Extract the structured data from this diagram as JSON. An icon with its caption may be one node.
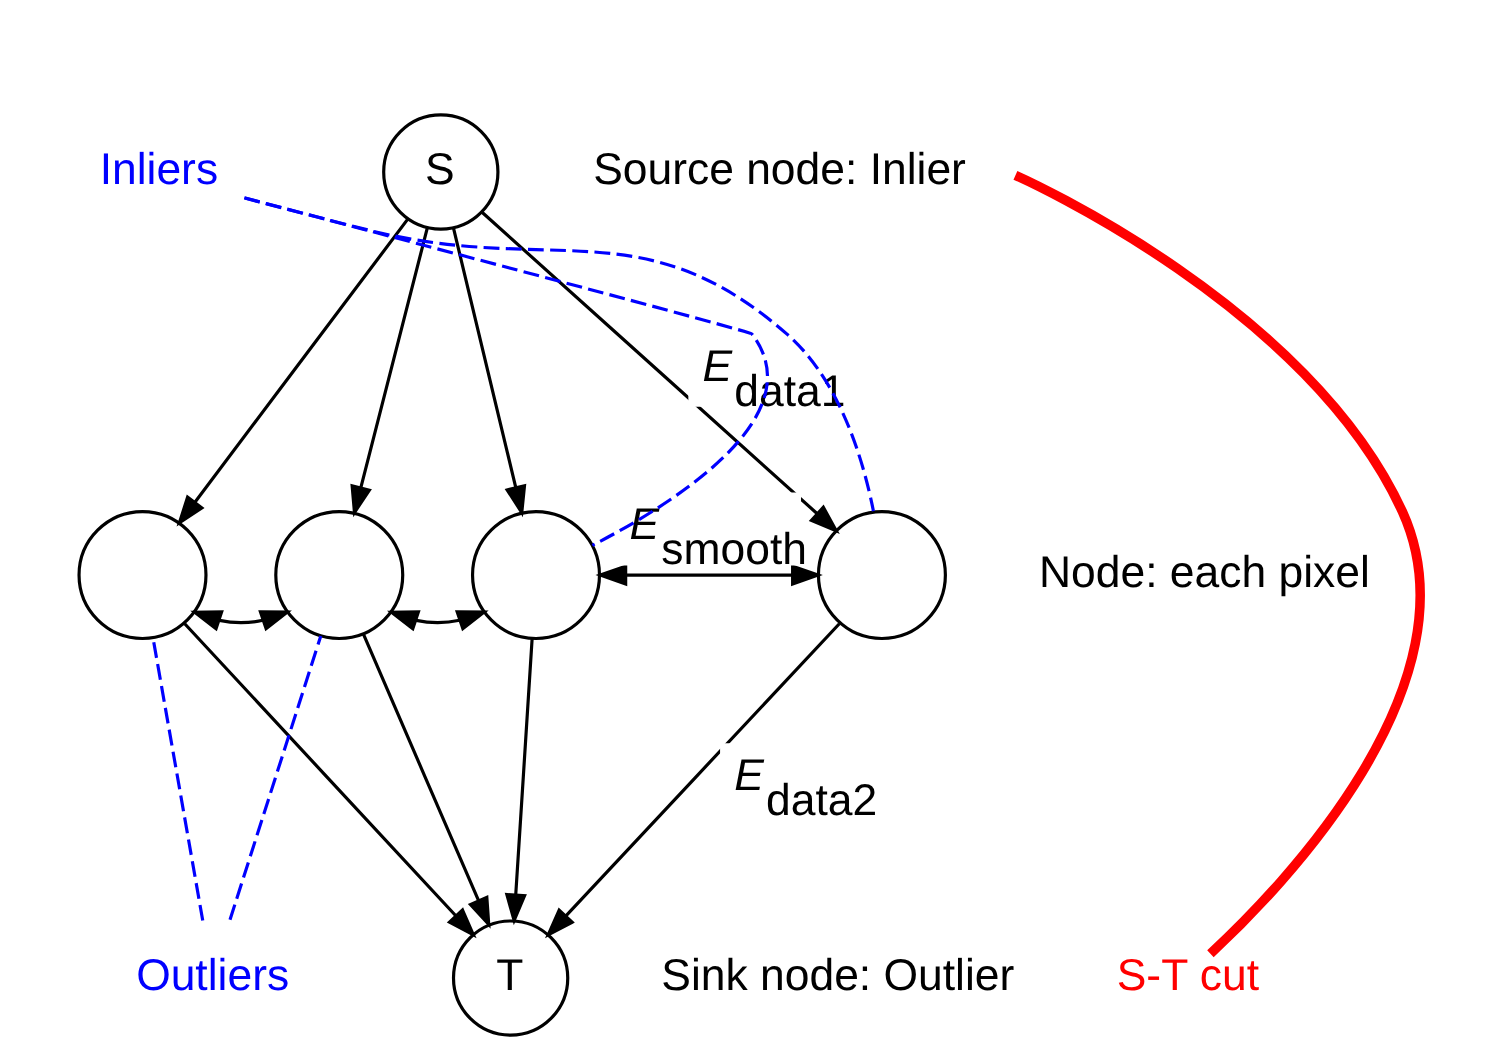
{
  "diagram": {
    "nodes": [
      {
        "text": [
          "S"
        ],
        "beside": [
          "Source node: Inlier"
        ]
      },
      {
        "text": [],
        "shape": "circle"
      },
      {
        "text": [],
        "shape": "circle"
      },
      {
        "text": [],
        "shape": "circle"
      },
      {
        "text": [],
        "shape": "circle",
        "beside": [
          "Node: each pixel"
        ]
      },
      {
        "text": [
          "T"
        ],
        "beside": [
          "Sink node: Outlier"
        ]
      },
      {
        "text": [
          "Inliers"
        ]
      },
      {
        "text": [
          "Outliers"
        ]
      },
      {
        "text": [
          "S-T cut"
        ]
      }
    ],
    "edges": [
      {
        "from": 0,
        "to": 1,
        "arrow": "to"
      },
      {
        "from": 0,
        "to": 2,
        "arrow": "to"
      },
      {
        "from": 0,
        "to": 3,
        "arrow": "to"
      },
      {
        "from": 0,
        "to": 4,
        "arrow": "to",
        "label": "E$_{data1}$"
      },
      {
        "from": 1,
        "to": 2,
        "arrow": "both"
      },
      {
        "from": 2,
        "to": 3,
        "arrow": "both"
      },
      {
        "from": 3,
        "to": 4,
        "arrow": "both",
        "label": "E$_{smooth}$"
      },
      {
        "from": 1,
        "to": 5,
        "arrow": "to"
      },
      {
        "from": 2,
        "to": 5,
        "arrow": "to"
      },
      {
        "from": 3,
        "to": 5,
        "arrow": "to"
      },
      {
        "from": 4,
        "to": 5,
        "arrow": "to",
        "label": "E$_{data2}$"
      },
      {
        "from": 6,
        "to": 3,
        "arrow": "none",
        "style": "dashed",
        "color": "#0000ff"
      },
      {
        "from": 6,
        "to": 4,
        "arrow": "none",
        "style": "dashed",
        "color": "#0000ff"
      },
      {
        "from": 7,
        "to": 1,
        "arrow": "none",
        "style": "dashed",
        "color": "#0000ff"
      },
      {
        "from": 7,
        "to": 2,
        "arrow": "none",
        "style": "dashed",
        "color": "#0000ff"
      },
      {
        "from": 8,
        "to": null,
        "arrow": "none",
        "style": "thick",
        "color": "#ff0000"
      }
    ]
  }
}
